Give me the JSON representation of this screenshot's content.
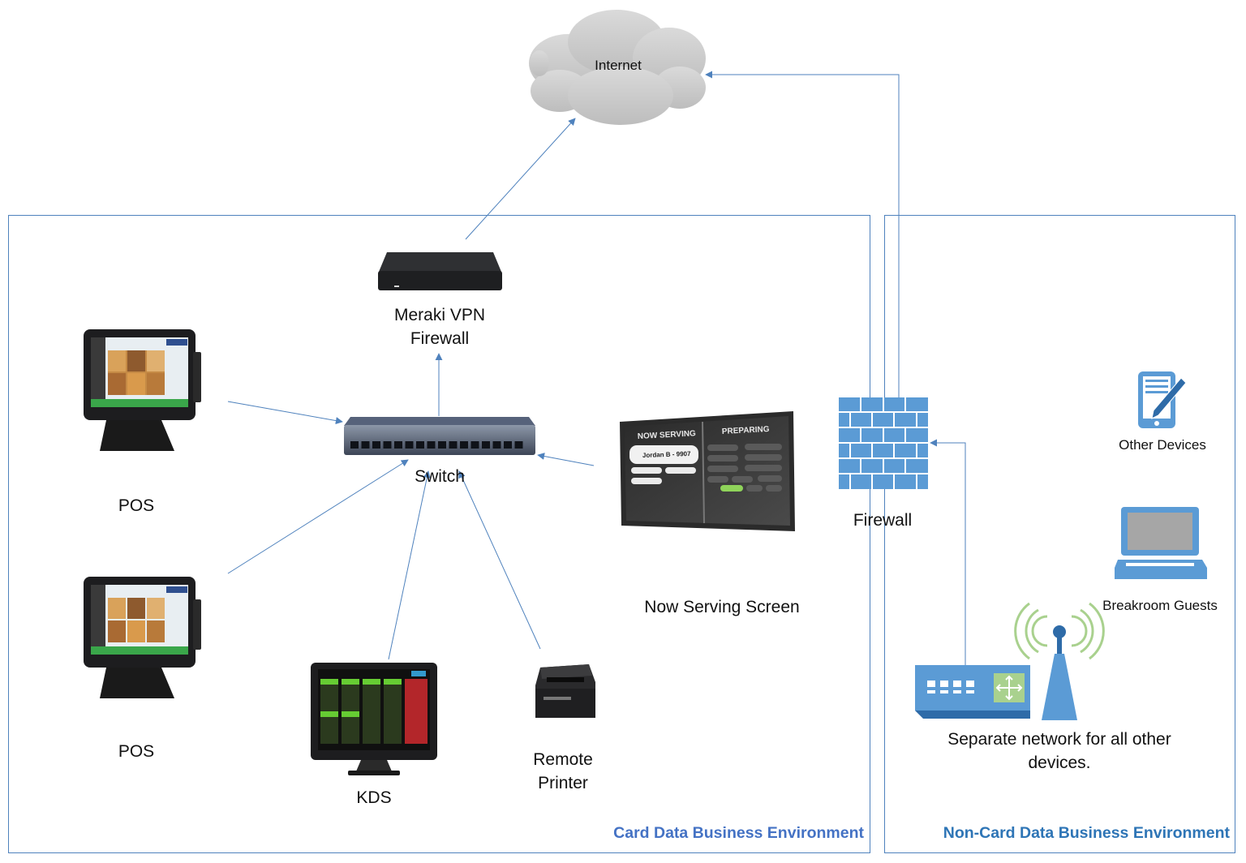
{
  "colors": {
    "zone_border": "#4f82bd",
    "connector": "#4f82bd",
    "card_zone_title": "#4472c4",
    "noncard_zone_title": "#2e75b6",
    "icon_blue": "#5b9bd5",
    "cloud_gray": "#d0d0d0",
    "device_dark": "#1d1d1f",
    "wifi_green": "#a9d18e"
  },
  "cloud": {
    "label": "Internet",
    "icon": "cloud-icon"
  },
  "zones": {
    "card": {
      "title": "Card Data Business Environment"
    },
    "noncard": {
      "title": "Non-Card Data Business Environment"
    }
  },
  "devices": {
    "meraki": {
      "label_line1": "Meraki VPN",
      "label_line2": "Firewall",
      "icon": "vpn-appliance-icon"
    },
    "switch": {
      "label": "Switch",
      "icon": "network-switch-icon"
    },
    "pos1": {
      "label": "POS",
      "icon": "pos-terminal-icon"
    },
    "pos2": {
      "label": "POS",
      "icon": "pos-terminal-icon"
    },
    "kds": {
      "label": "KDS",
      "icon": "kitchen-display-icon"
    },
    "printer": {
      "label_line1": "Remote",
      "label_line2": "Printer",
      "icon": "receipt-printer-icon"
    },
    "now_serving": {
      "label": "Now Serving Screen",
      "icon": "order-status-display-icon",
      "screen": {
        "left_heading": "NOW SERVING",
        "right_heading": "PREPARING",
        "featured": "Jordan B - 9907"
      }
    },
    "firewall": {
      "label": "Firewall",
      "icon": "brick-firewall-icon"
    },
    "other_devices": {
      "label": "Other Devices",
      "icon": "tablet-stylus-icon"
    },
    "breakroom": {
      "label": "Breakroom Guests",
      "icon": "laptop-icon"
    },
    "separate_network": {
      "label_line1": "Separate network for all other",
      "label_line2": "devices.",
      "icon": "wireless-router-icon"
    }
  }
}
